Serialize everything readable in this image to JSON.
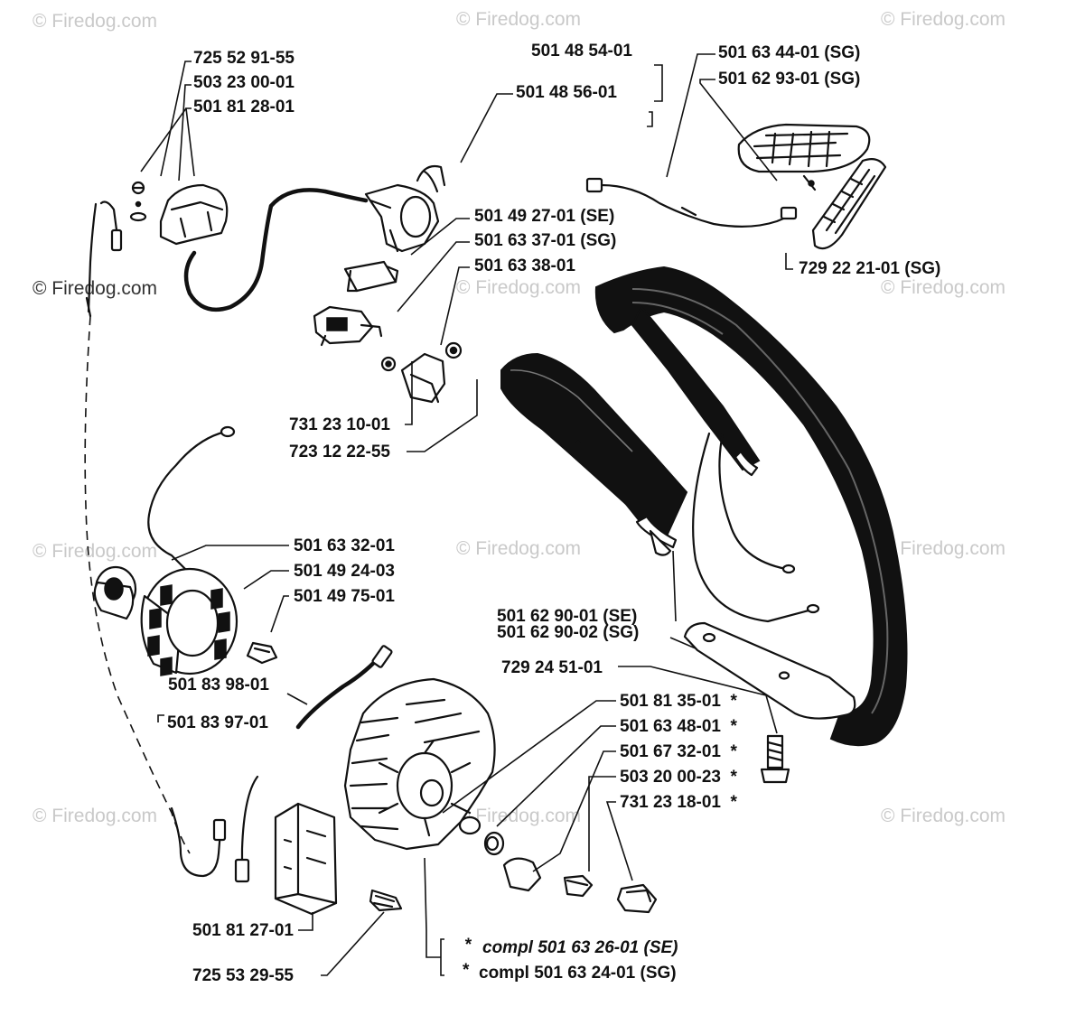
{
  "watermark": "© Firedog.com",
  "parts": [
    {
      "number": "725 52 91-55"
    },
    {
      "number": "503 23 00-01"
    },
    {
      "number": "501 81 28-01"
    },
    {
      "number": "501 48 54-01"
    },
    {
      "number": "501 48 56-01"
    },
    {
      "number": "501 63 44-01 (SG)"
    },
    {
      "number": "501 62 93-01 (SG)"
    },
    {
      "number": "501 49 27-01 (SE)"
    },
    {
      "number": "501 63 37-01 (SG)"
    },
    {
      "number": "501 63 38-01"
    },
    {
      "number": "729 22 21-01 (SG)"
    },
    {
      "number": "731 23 10-01"
    },
    {
      "number": "723 12 22-55"
    },
    {
      "number": "501 63 32-01"
    },
    {
      "number": "501 49 24-03"
    },
    {
      "number": "501 49 75-01"
    },
    {
      "number": "501 83 98-01"
    },
    {
      "number": "501 83 97-01"
    },
    {
      "number": "501 62 90-01 (SE)"
    },
    {
      "number": "501 62 90-02 (SG)"
    },
    {
      "number": "729 24 51-01"
    },
    {
      "number": "501 81 35-01  *"
    },
    {
      "number": "501 63 48-01  *"
    },
    {
      "number": "501 67 32-01  *"
    },
    {
      "number": "503 20 00-23  *"
    },
    {
      "number": "731 23 18-01  *"
    },
    {
      "number": "501 81 27-01"
    },
    {
      "number": "725 53 29-55"
    }
  ],
  "kits": [
    {
      "marker": "*",
      "text": "compl 501 63 26-01 (SE)"
    },
    {
      "marker": "*",
      "text": "compl 501 63 24-01 (SG)"
    }
  ]
}
